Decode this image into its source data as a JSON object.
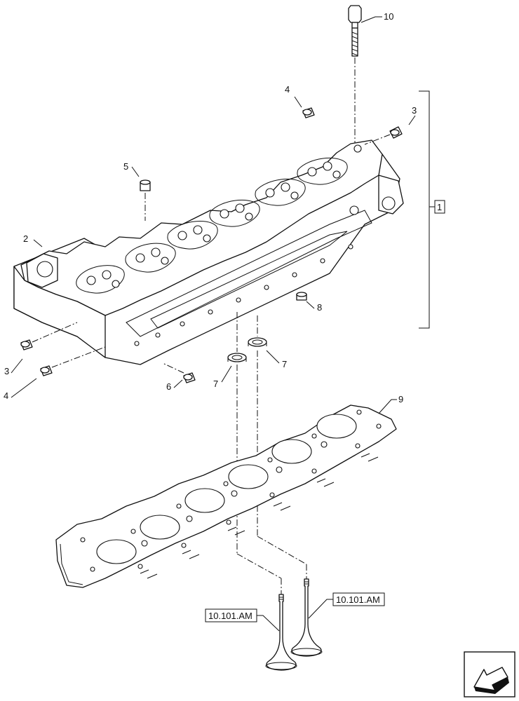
{
  "callouts": {
    "c1": "1",
    "c2": "2",
    "c3_right": "3",
    "c3_left": "3",
    "c4_top": "4",
    "c4_left": "4",
    "c5": "5",
    "c6": "6",
    "c7_right": "7",
    "c7_left": "7",
    "c8": "8",
    "c9": "9",
    "c10": "10"
  },
  "references": {
    "valve_left": "10.101.AM",
    "valve_right": "10.101.AM"
  },
  "nav_icon": "previous-page-arrow-icon"
}
